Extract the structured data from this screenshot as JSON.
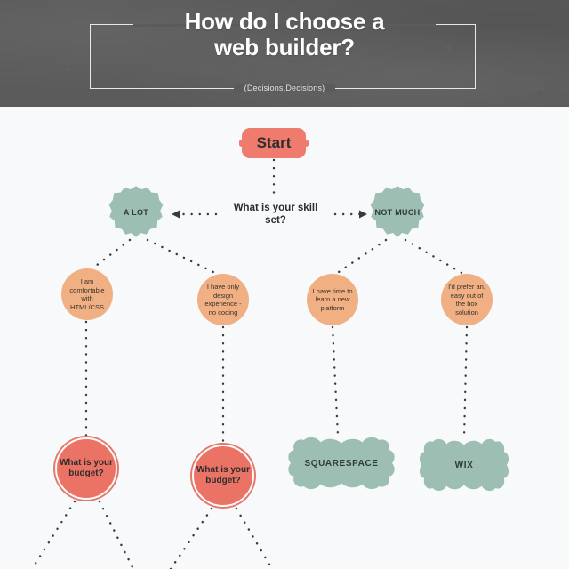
{
  "header": {
    "title_line1": "How do I choose a",
    "title_line2": "web builder?",
    "subtitle": "(Decisions,Decisions)",
    "background_color": "#5b5b5b",
    "text_color": "#ffffff"
  },
  "colors": {
    "page_background": "#f7f9fa",
    "start_node": "#ef7b6f",
    "green_node": "#9dbfb3",
    "orange_node": "#f0b084",
    "coral_node": "#ea7366",
    "connector": "#3a3a3a"
  },
  "flowchart": {
    "start": {
      "label": "Start"
    },
    "question": {
      "label": "What is your skill set?"
    },
    "branches": [
      {
        "label": "A LOT"
      },
      {
        "label": "NOT MUCH"
      }
    ],
    "options": [
      {
        "label": "I am comfortable with HTML/CSS"
      },
      {
        "label": "I have only design experience - no coding"
      },
      {
        "label": "I have time to learn a new platform"
      },
      {
        "label": "I'd prefer an, easy out of the box solution"
      }
    ],
    "decisions": [
      {
        "label": "What is your budget?"
      },
      {
        "label": "What is your budget?"
      }
    ],
    "results": [
      {
        "label": "SQUARESPACE"
      },
      {
        "label": "WIX"
      }
    ]
  }
}
